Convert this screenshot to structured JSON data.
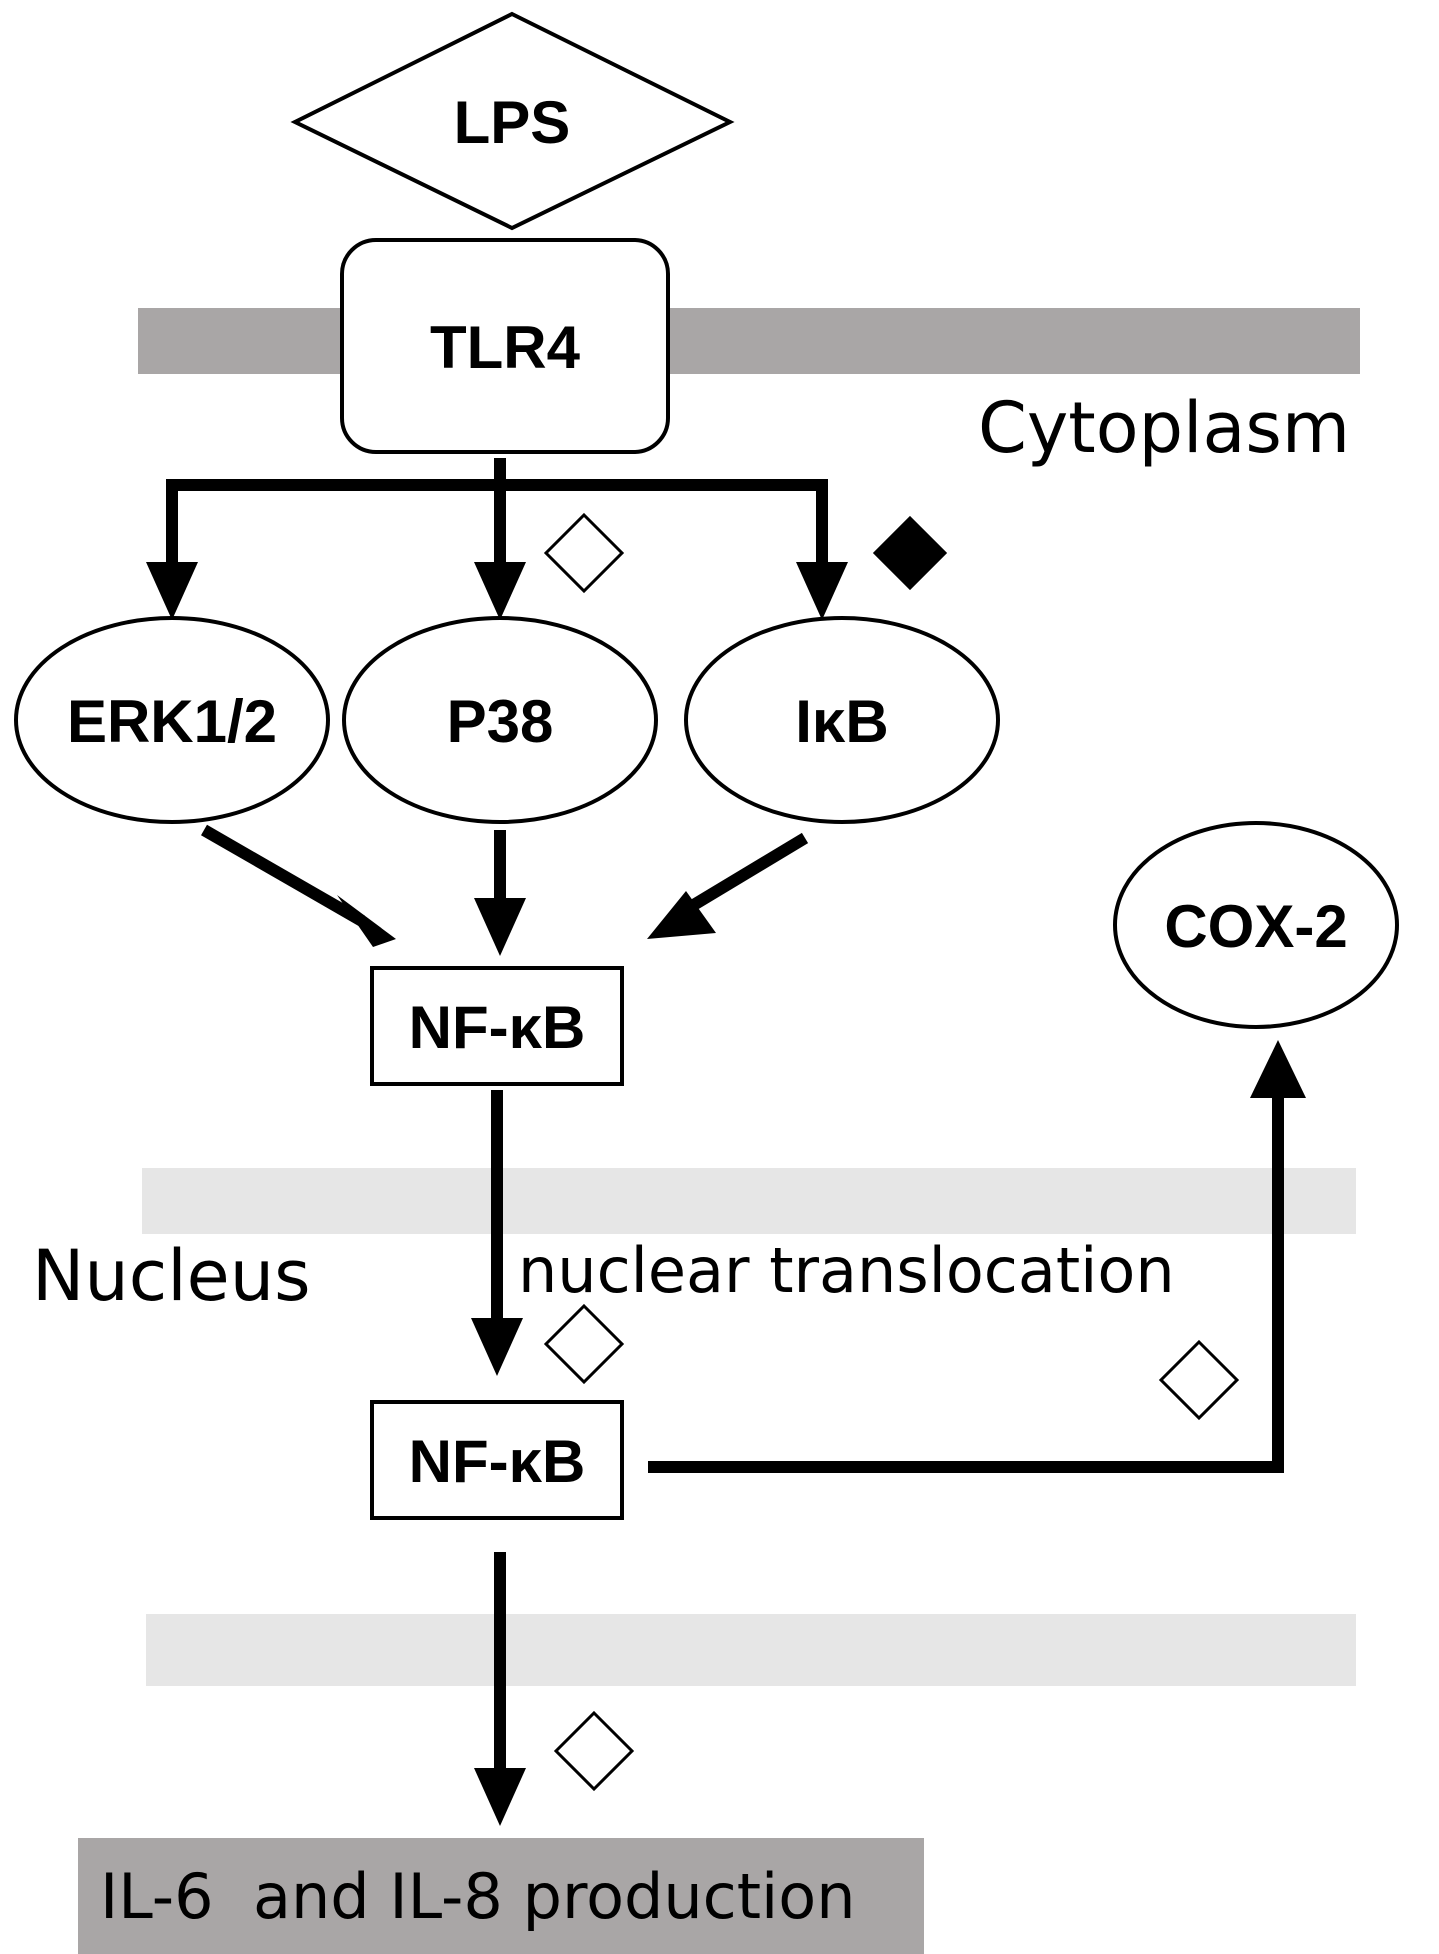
{
  "diagram": {
    "compartments": {
      "cytoplasm": "Cytoplasm",
      "nucleus": "Nucleus"
    },
    "nodes": {
      "lps": "LPS",
      "tlr4": "TLR4",
      "erk": "ERK1/2",
      "p38": "P38",
      "ikb": "IκB",
      "nfkb_cyto": "NF-κB",
      "nfkb_nuc": "NF-κB",
      "cox2": "COX-2",
      "output": "IL-6  and IL-8 production"
    },
    "edge_labels": {
      "translocation": "nuclear translocation"
    },
    "colors": {
      "membrane_dark": "#a9a6a6",
      "membrane_light": "#e6e6e6",
      "output_box": "#a9a6a6",
      "stroke": "#000000"
    }
  }
}
